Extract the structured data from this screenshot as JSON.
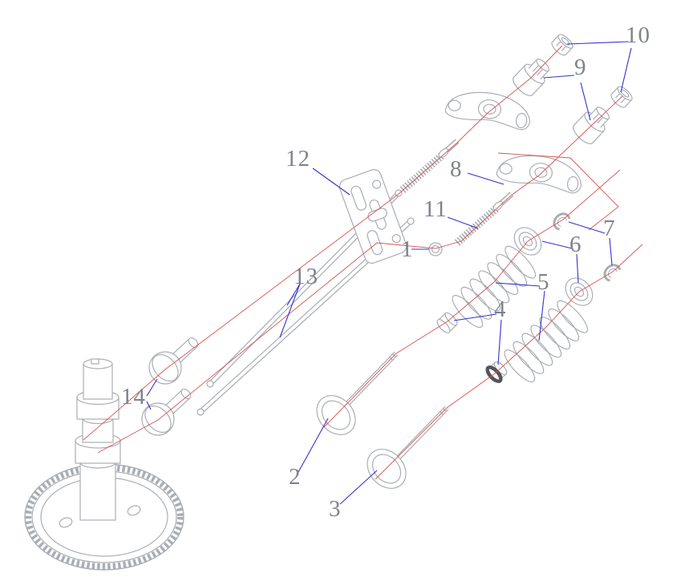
{
  "diagram": {
    "type": "exploded-parts-diagram",
    "description": "Exploded view of small engine valve train: camshaft with gear, tappets, push rods, guide plate, studs, rocker arms, pivot nuts, jam nuts, valves, valve springs, retainers, keepers and seals"
  },
  "callouts": {
    "c1": "1",
    "c2": "2",
    "c3": "3",
    "c4": "4",
    "c5": "5",
    "c6": "6",
    "c7": "7",
    "c8": "8",
    "c9": "9",
    "c10": "10",
    "c11": "11",
    "c12": "12",
    "c13": "13",
    "c14": "14"
  },
  "colors": {
    "background": "#ffffff",
    "part_line": "#a9aeb4",
    "label_text": "#7e838a",
    "leader_line": "#3333cc",
    "axis_line": "#d9534f",
    "seal_dark": "#55565c"
  }
}
